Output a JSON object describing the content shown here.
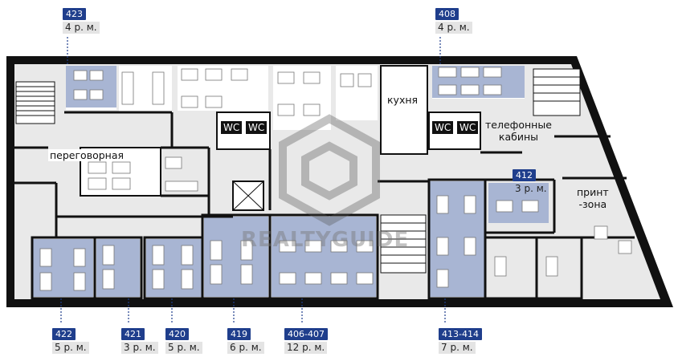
{
  "offices": [
    {
      "id": "423",
      "number": "423",
      "workspaces": "4 р. м."
    },
    {
      "id": "408",
      "number": "408",
      "workspaces": "4 р. м."
    },
    {
      "id": "412",
      "number": "412",
      "workspaces": "3 р. м."
    },
    {
      "id": "422",
      "number": "422",
      "workspaces": "5 р. м."
    },
    {
      "id": "421",
      "number": "421",
      "workspaces": "3 р. м."
    },
    {
      "id": "420",
      "number": "420",
      "workspaces": "5 р. м."
    },
    {
      "id": "419",
      "number": "419",
      "workspaces": "6 р. м."
    },
    {
      "id": "406-407",
      "number": "406-407",
      "workspaces": "12 р. м."
    },
    {
      "id": "413-414",
      "number": "413-414",
      "workspaces": "7 р. м."
    }
  ],
  "rooms": {
    "meeting": "переговорная",
    "kitchen": "кухня",
    "phone_booths_line1": "телефонные",
    "phone_booths_line2": "кабины",
    "print_line1": "принт",
    "print_line2": "-зона",
    "wc": "WC"
  },
  "watermark": "REALTYGUIDE",
  "colors": {
    "highlight": "#a8b5d3",
    "tag": "#1f3e8c",
    "wall": "#111111",
    "floor": "#e9e9e9"
  }
}
